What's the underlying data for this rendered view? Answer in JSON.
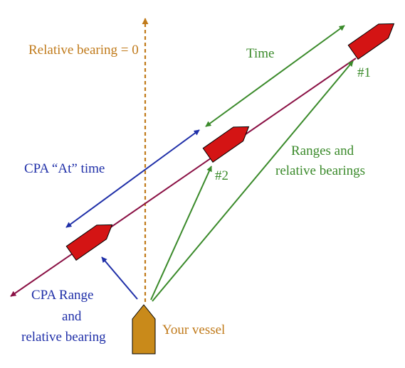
{
  "labels": {
    "relative_bearing_zero": "Relative bearing = 0",
    "time": "Time",
    "contact_1": "#1",
    "contact_2": "#2",
    "ranges_line1": "Ranges and",
    "ranges_line2": "relative bearings",
    "cpa_at_time": "CPA “At” time",
    "cpa_range_line1": "CPA Range",
    "cpa_range_line2": "and",
    "cpa_range_line3": "relative bearing",
    "your_vessel": "Your vessel"
  },
  "colors": {
    "heading_line": "#c07a1a",
    "relative_motion_line": "#8a1044",
    "range_arrows": "#3a8a2a",
    "cpa_arrows": "#1f2fa8",
    "contact_fill": "#d41414",
    "own_vessel_fill": "#c98a1a",
    "outline": "#000000"
  }
}
